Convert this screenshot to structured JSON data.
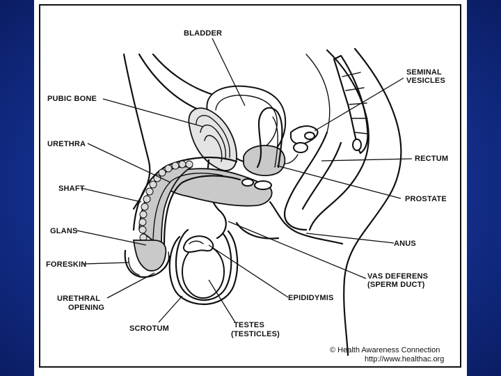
{
  "labels": {
    "bladder": "BLADDER",
    "seminal_vesicles_1": "SEMINAL",
    "seminal_vesicles_2": "VESICLES",
    "pubic_bone": "PUBIC BONE",
    "urethra": "URETHRA",
    "rectum": "RECTUM",
    "shaft": "SHAFT",
    "prostate": "PROSTATE",
    "glans": "GLANS",
    "anus": "ANUS",
    "foreskin": "FORESKIN",
    "vas_deferens_1": "VAS DEFERENS",
    "vas_deferens_2": "(SPERM DUCT)",
    "urethral_opening_1": "URETHRAL",
    "urethral_opening_2": "OPENING",
    "epididymis": "EPIDIDYMIS",
    "scrotum": "SCROTUM",
    "testes_1": "TESTES",
    "testes_2": "(TESTICLES)"
  },
  "credit": {
    "line1": "© Health Awareness Connection",
    "line2": "http://www.healthac.org"
  },
  "colors": {
    "background": "#14308f",
    "tissue_gray": "#c9c9c9",
    "line": "#111111"
  }
}
